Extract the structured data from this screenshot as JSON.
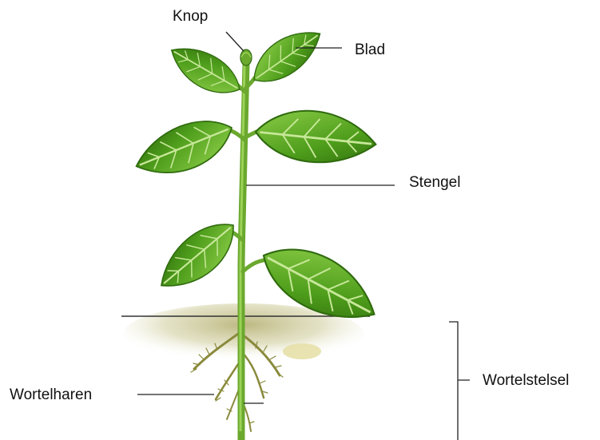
{
  "diagram": {
    "labels": {
      "knop": "Knop",
      "blad": "Blad",
      "stengel": "Stengel",
      "wortelharen": "Wortelharen",
      "wortelstelsel": "Wortelstelsel"
    },
    "colors": {
      "leaf_dark": "#3d8a12",
      "leaf_light": "#7ac23a",
      "vein": "#c8e89a",
      "stem": "#6aa82e",
      "soil": "#c2c08a",
      "root": "#8a8a3c",
      "line": "#222222"
    }
  }
}
